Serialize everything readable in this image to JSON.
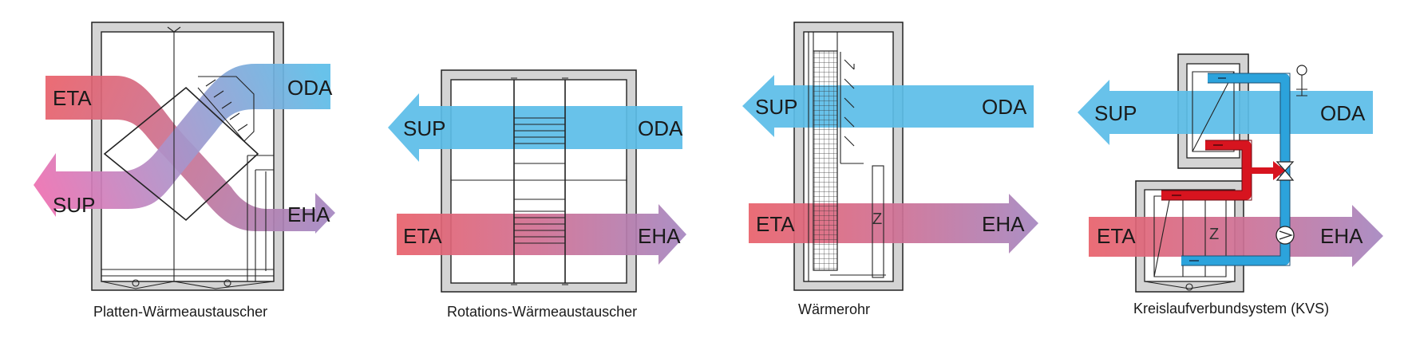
{
  "flow_labels": {
    "eta": "ETA",
    "oda": "ODA",
    "sup": "SUP",
    "eha": "EHA"
  },
  "internal_label": "Z",
  "captions": {
    "plate": "Platten-Wärmeaustauscher",
    "rotary": "Rotations-Wärmeaustauscher",
    "heatpipe": "Wärmerohr",
    "kvs": "Kreislaufverbundsystem (KVS)"
  },
  "colors": {
    "eta": "#e8606a",
    "oda": "#5bbde8",
    "sup": "#ee6fb0",
    "eha": "#a586c0",
    "housing": "#d4d4d4",
    "pipe_cold": "#2ca3dc",
    "pipe_hot": "#d7141f"
  }
}
